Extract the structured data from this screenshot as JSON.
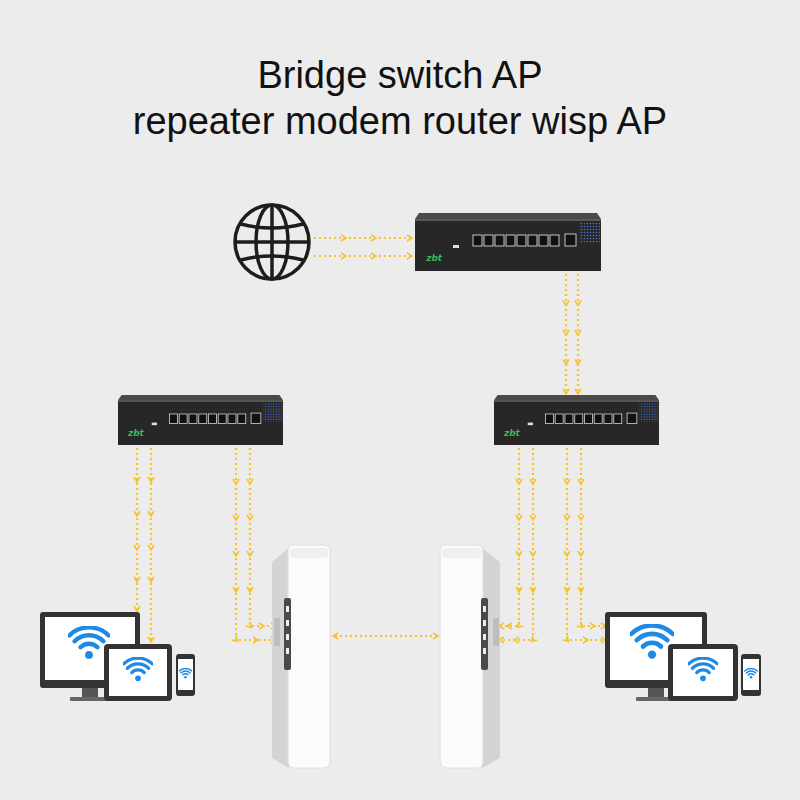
{
  "diagram": {
    "title": "Bridge switch AP repeater modem router wisp AP",
    "nodes": [
      {
        "text": [
          "zbt"
        ]
      },
      {
        "text": [
          "zbt"
        ]
      },
      {
        "text": [
          "zbt"
        ]
      }
    ],
    "edges": [
      {
        "from": 0,
        "to": 2,
        "arrow": "to"
      },
      {
        "from": 0,
        "to": 2,
        "arrow": "to"
      }
    ]
  }
}
